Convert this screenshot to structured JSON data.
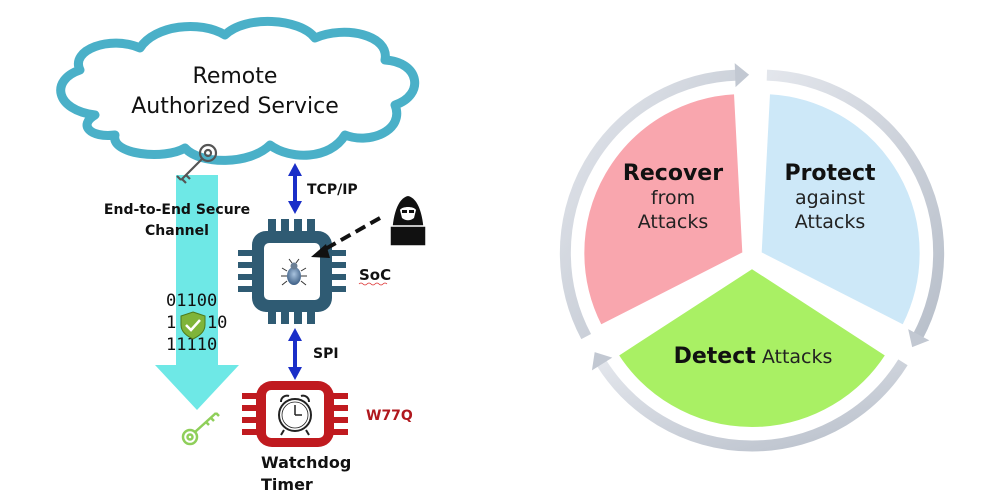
{
  "left_diagram": {
    "cloud_label_line1": "Remote",
    "cloud_label_line2": "Authorized Service",
    "channel_label_line1": "End-to-End Secure",
    "channel_label_line2": "Channel",
    "binary_rows": [
      "01100",
      "1 0 10",
      "11110"
    ],
    "tcp_label": "TCP/IP",
    "soc_label": "SoC",
    "spi_label": "SPI",
    "wdt_part_label": "W77Q",
    "wdt_label_line1": "Watchdog",
    "wdt_label_line2": "Timer"
  },
  "cycle": {
    "segments": [
      {
        "bold": "Recover",
        "line2": "from",
        "line3": "Attacks",
        "color": "#f9a6ae"
      },
      {
        "bold": "Protect",
        "line2": "against",
        "line3": "Attacks",
        "color": "#cde8f8"
      },
      {
        "bold": "Detect",
        "rest": " Attacks",
        "color": "#a9f064"
      }
    ]
  },
  "colors": {
    "cloud_stroke": "#4ab0c8",
    "channel_arrow": "#6ee8e6",
    "soc_chip": "#2f5b73",
    "wdt_chip": "#c01a1f",
    "wdt_label": "#b0181e",
    "link_arrow": "#1a2ec8",
    "key_green": "#8fcf5a",
    "ring": "#c7cdd6"
  }
}
